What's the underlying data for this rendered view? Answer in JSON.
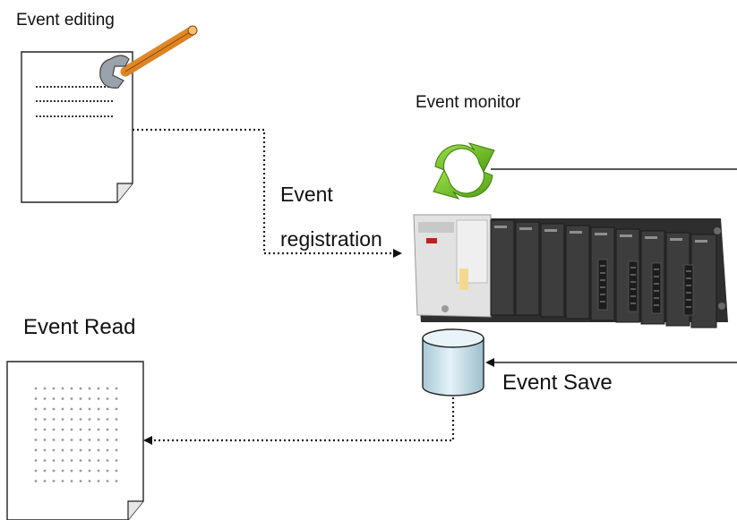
{
  "labels": {
    "event_editing": "Event editing",
    "event_monitor": "Event monitor",
    "event_registration_line1": "Event",
    "event_registration_line2": "registration",
    "event_read": "Event Read",
    "event_save": "Event Save"
  },
  "colors": {
    "wrench": "#e07a10",
    "refresh_arrows": "#6cc020",
    "database_fill": "#cfe6ee",
    "plc_body": "#3a3a3a",
    "plc_cpu": "#d8d8d8"
  },
  "icons": {
    "edit_document": "document-with-lines-icon",
    "wrench": "wrench-icon",
    "refresh": "refresh-cycle-icon",
    "plc": "plc-rack-icon",
    "database": "database-icon",
    "read_document": "dotted-document-icon"
  }
}
